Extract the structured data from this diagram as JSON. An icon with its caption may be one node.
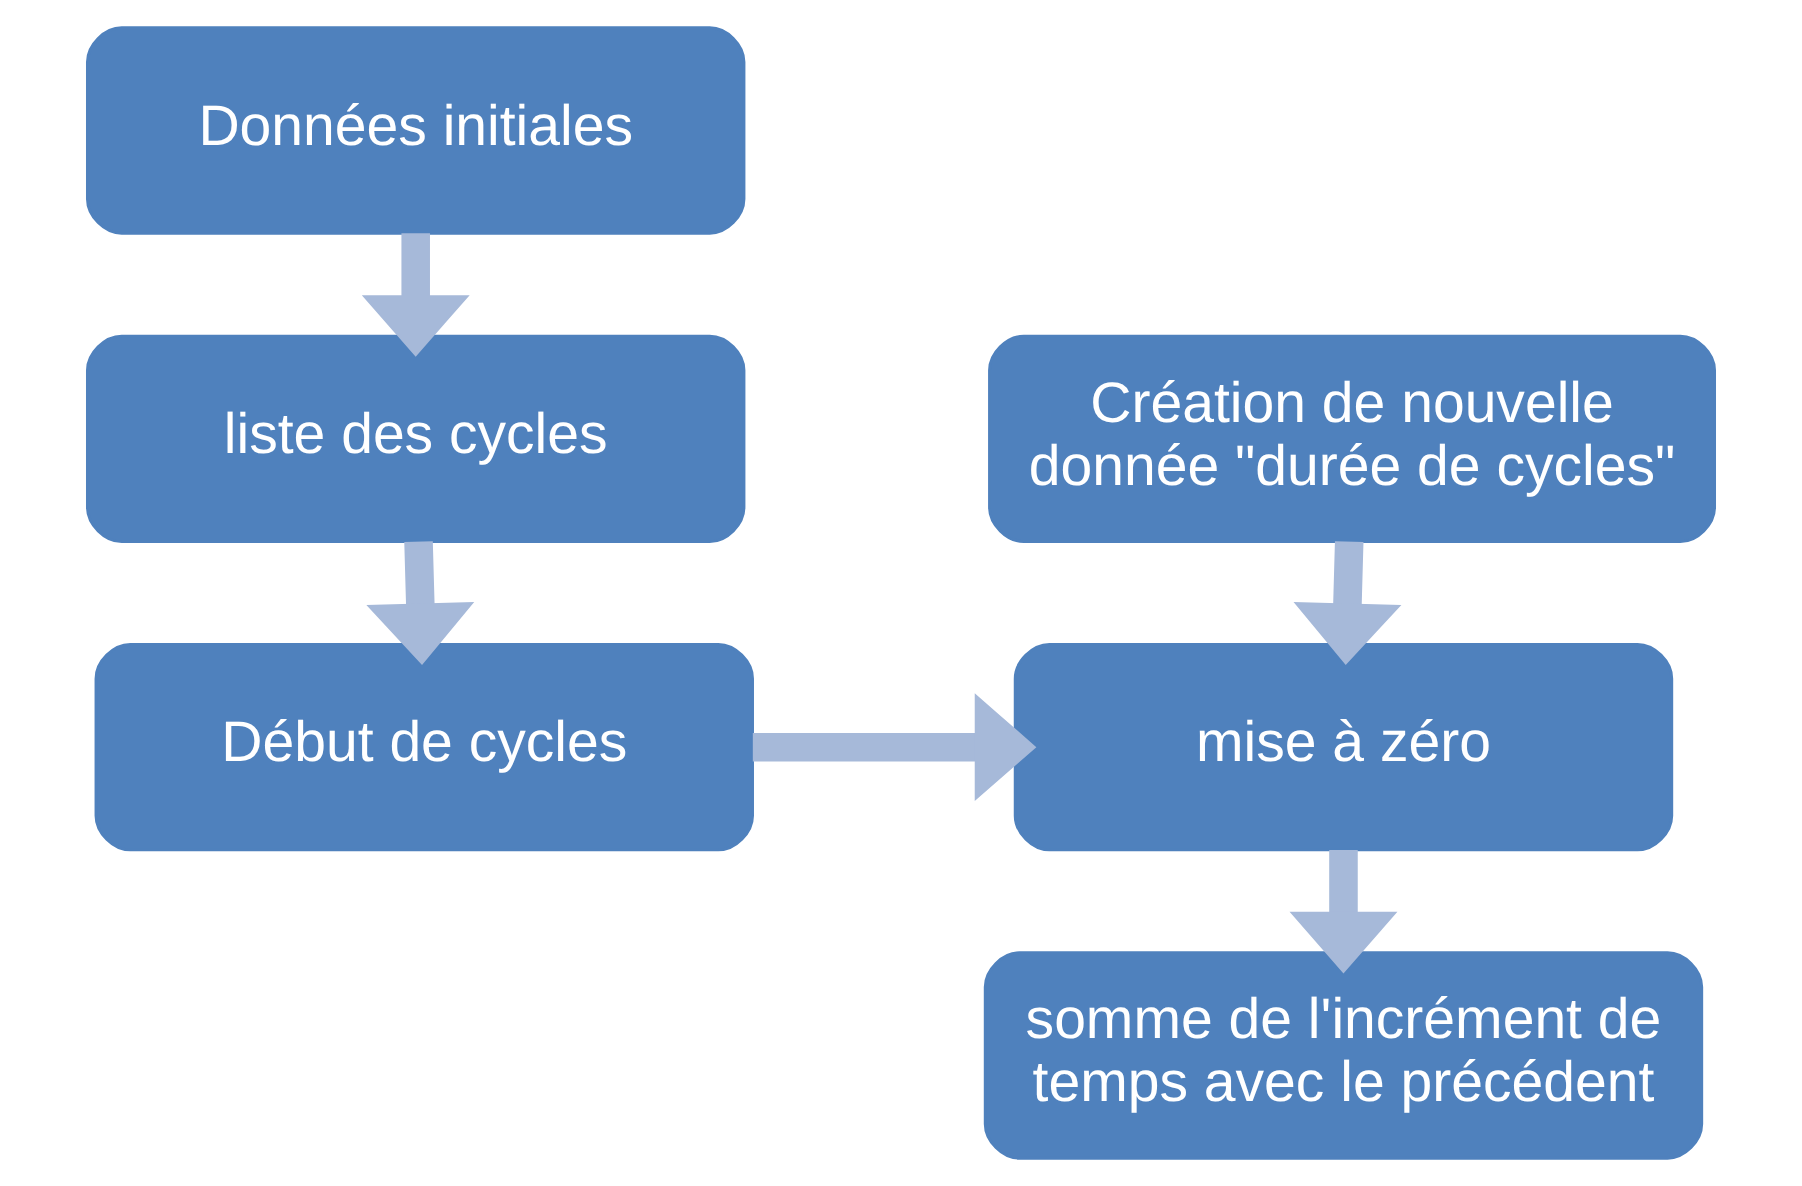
{
  "diagram": {
    "nodes": [
      {
        "text": [
          "Données initiales"
        ]
      },
      {
        "text": [
          "liste des cycles"
        ]
      },
      {
        "text": [
          "Début de cycles"
        ]
      },
      {
        "text": [
          "Création de nouvelle donnée \"durée de cycles\""
        ]
      },
      {
        "text": [
          "mise à zéro"
        ]
      },
      {
        "text": [
          "somme de l'incrément de temps avec le précédent"
        ]
      }
    ],
    "edges": [
      {
        "from": 0,
        "to": 1,
        "arrow": "to"
      },
      {
        "from": 1,
        "to": 2,
        "arrow": "to"
      },
      {
        "from": 2,
        "to": 4,
        "arrow": "to"
      },
      {
        "from": 3,
        "to": 4,
        "arrow": "to"
      },
      {
        "from": 4,
        "to": 5,
        "arrow": "to"
      }
    ]
  }
}
